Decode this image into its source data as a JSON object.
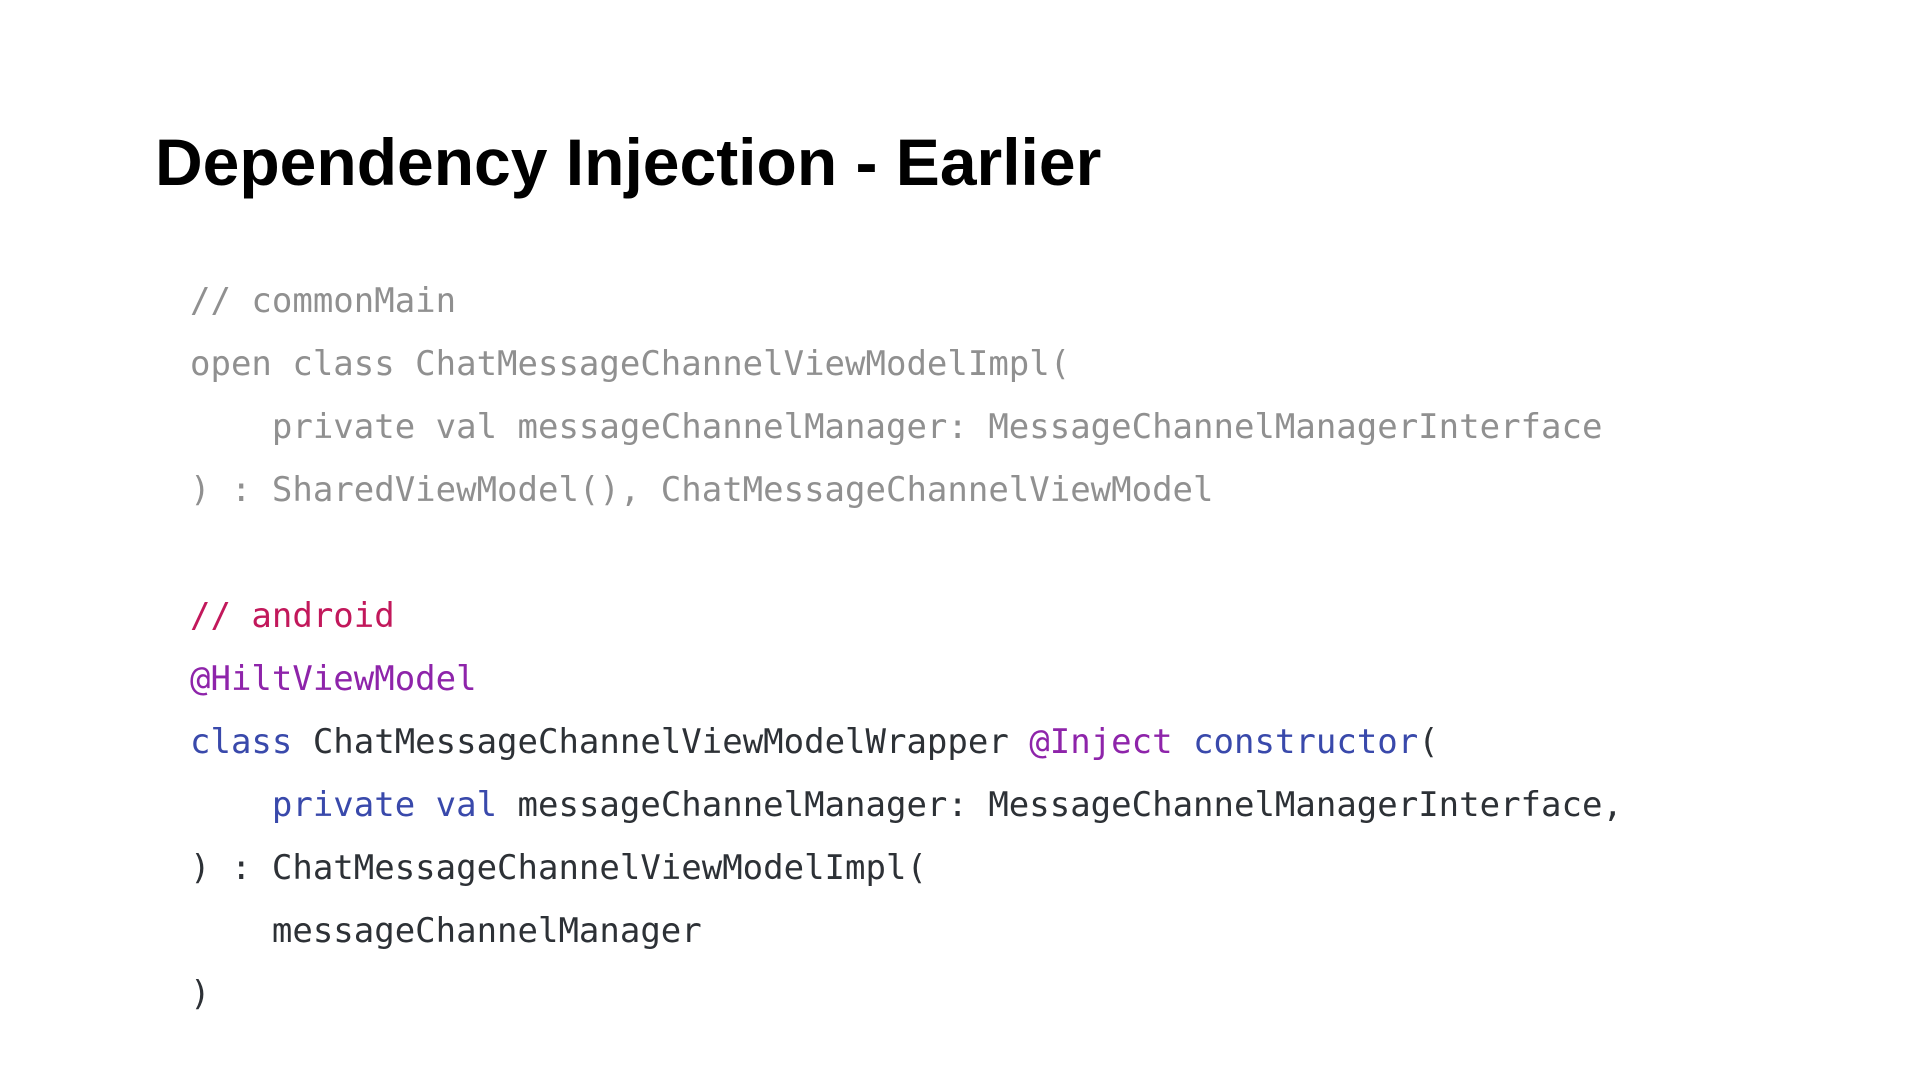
{
  "title": "Dependency Injection - Earlier",
  "colors": {
    "muted": "#909090",
    "comment_android": "#c2185b",
    "annotation": "#8e24aa",
    "keyword": "#3949ab",
    "plain": "#2d3136"
  },
  "code": {
    "lines": [
      [
        {
          "text": "// commonMain",
          "style": "muted"
        }
      ],
      [
        {
          "text": "open class ChatMessageChannelViewModelImpl(",
          "style": "muted"
        }
      ],
      [
        {
          "text": "    private val messageChannelManager: MessageChannelManagerInterface",
          "style": "muted"
        }
      ],
      [
        {
          "text": ") : SharedViewModel(), ChatMessageChannelViewModel",
          "style": "muted"
        }
      ],
      [
        {
          "text": "",
          "style": "plain"
        }
      ],
      [
        {
          "text": "// android",
          "style": "comment_android"
        }
      ],
      [
        {
          "text": "@HiltViewModel",
          "style": "annotation"
        }
      ],
      [
        {
          "text": "class",
          "style": "keyword"
        },
        {
          "text": " ChatMessageChannelViewModelWrapper ",
          "style": "plain"
        },
        {
          "text": "@Inject",
          "style": "annotation"
        },
        {
          "text": " ",
          "style": "plain"
        },
        {
          "text": "constructor",
          "style": "keyword"
        },
        {
          "text": "(",
          "style": "plain"
        }
      ],
      [
        {
          "text": "    ",
          "style": "plain"
        },
        {
          "text": "private val",
          "style": "keyword"
        },
        {
          "text": " messageChannelManager: MessageChannelManagerInterface,",
          "style": "plain"
        }
      ],
      [
        {
          "text": ") : ChatMessageChannelViewModelImpl(",
          "style": "plain"
        }
      ],
      [
        {
          "text": "    messageChannelManager",
          "style": "plain"
        }
      ],
      [
        {
          "text": ")",
          "style": "plain"
        }
      ]
    ]
  }
}
